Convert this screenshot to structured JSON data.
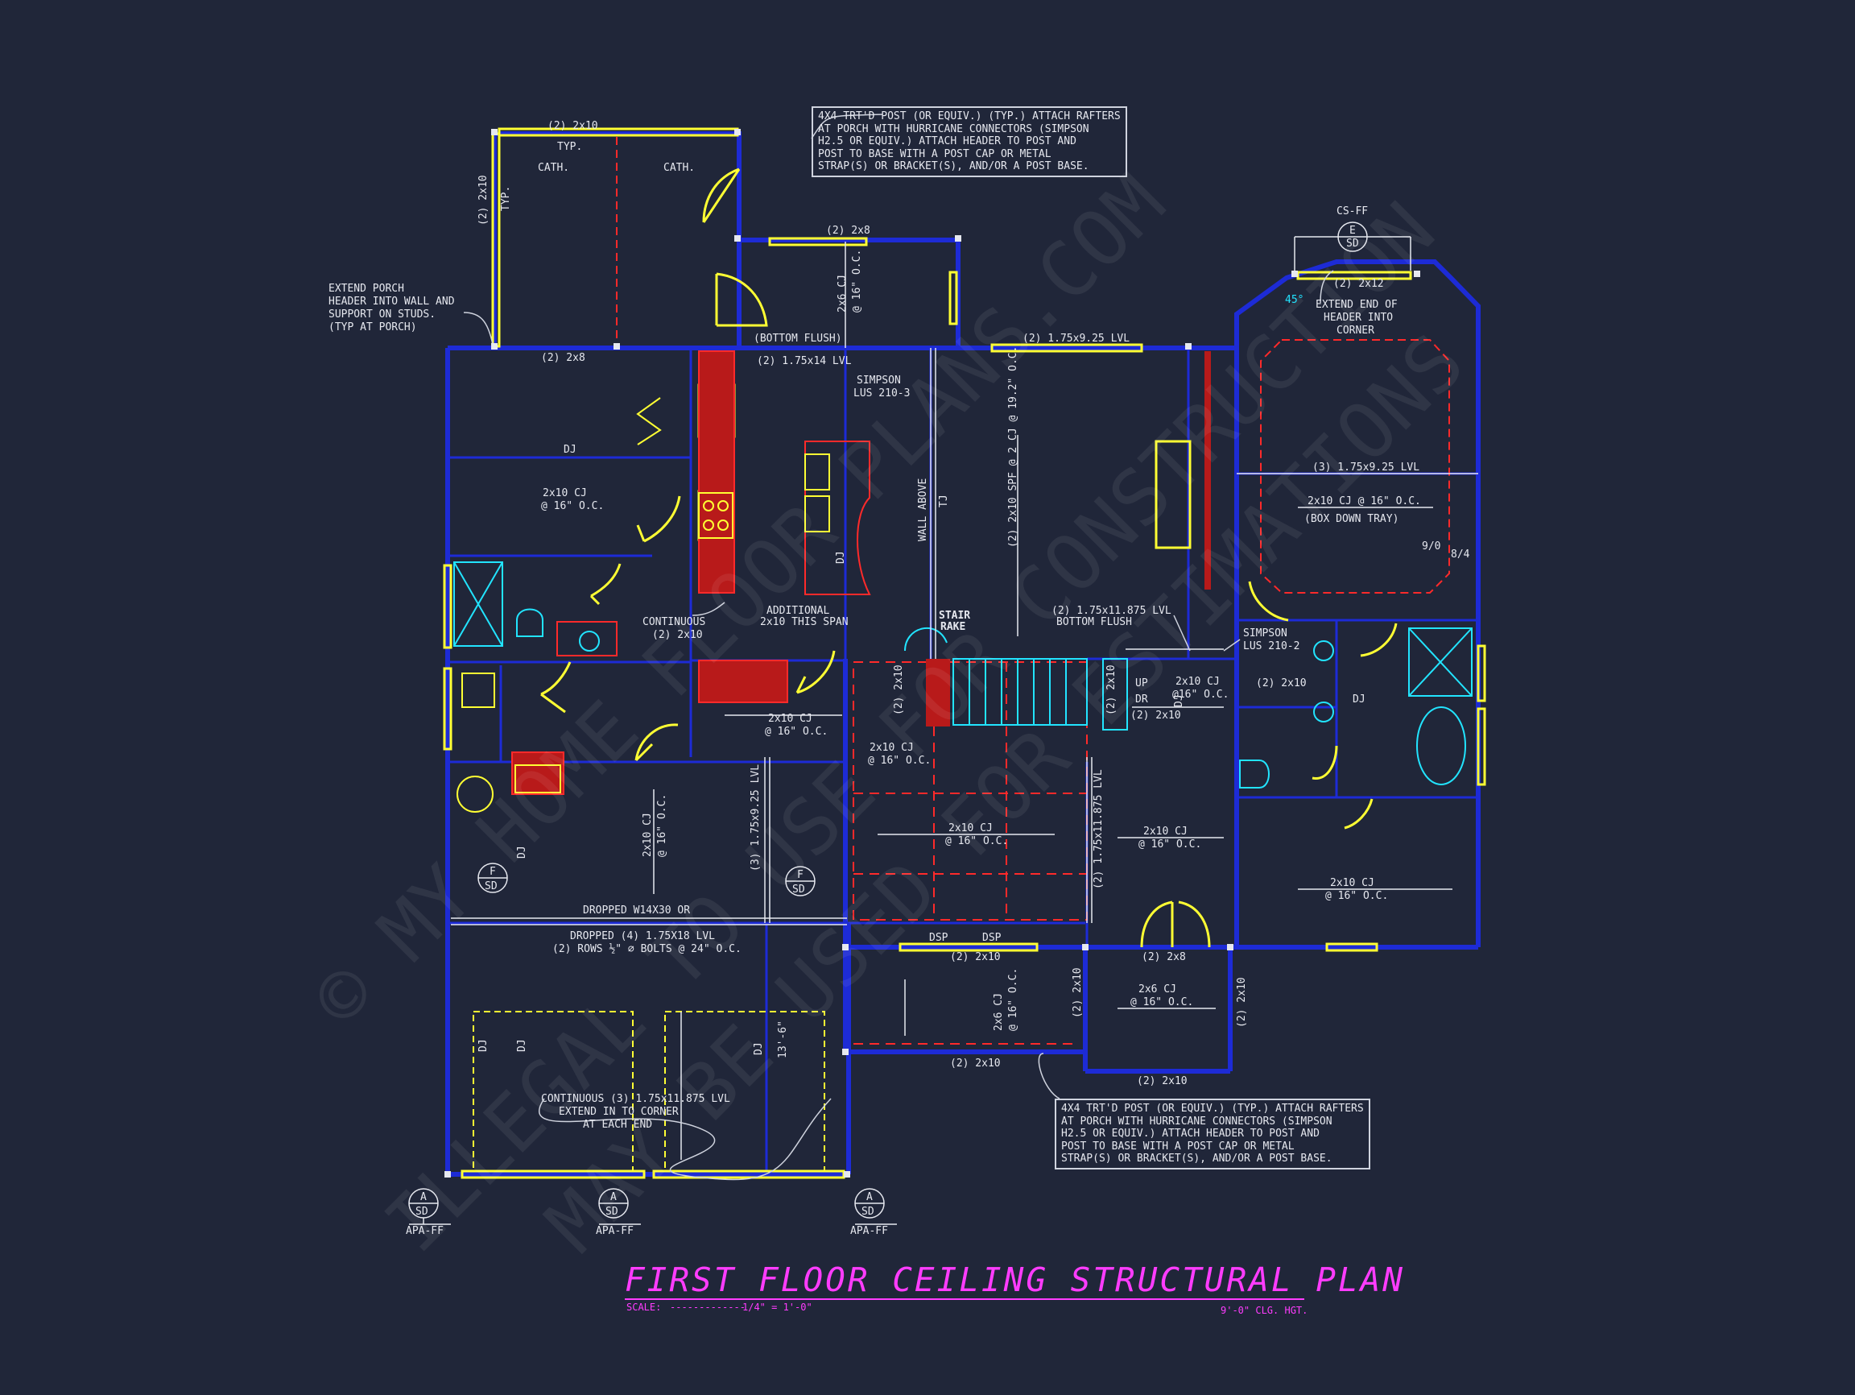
{
  "colors": {
    "background": "#202639",
    "walls": "#1d2bd6",
    "headers": "#ffff33",
    "cutouts": "#ff2a2a",
    "fixtures_cyan": "#22e4ff",
    "text": "#e6e8ef",
    "title": "#ff3cff"
  },
  "title": {
    "main": "FIRST FLOOR CEILING STRUCTURAL PLAN",
    "scale_label": "SCALE:",
    "scale_dashes": "-------------",
    "scale_value": "1/4\" = 1'-0\"",
    "ceiling_height": "9'-0\" CLG. HGT."
  },
  "notes": {
    "porch_top": "4X4 TRT'D POST (OR EQUIV.) (TYP.) ATTACH RAFTERS\nAT PORCH WITH HURRICANE CONNECTORS (SIMPSON\nH2.5 OR EQUIV.) ATTACH HEADER TO POST AND\nPOST TO BASE WITH A POST CAP OR METAL\nSTRAP(S) OR BRACKET(S), AND/OR A POST BASE.",
    "porch_bottom": "4X4 TRT'D POST (OR EQUIV.) (TYP.) ATTACH RAFTERS\nAT PORCH WITH HURRICANE CONNECTORS (SIMPSON\nH2.5 OR EQUIV.) ATTACH HEADER TO POST AND\nPOST TO BASE WITH A POST CAP OR METAL\nSTRAP(S) OR BRACKET(S), AND/OR A POST BASE."
  },
  "labels": {
    "porch_header_top": "(2) 2x10",
    "typ_top": "TYP.",
    "cath_left": "CATH.",
    "cath_right": "CATH.",
    "porch_header_left": "(2) 2x10",
    "typ_left": "TYP.",
    "extend_porch_1": "EXTEND PORCH",
    "extend_porch_2": "HEADER INTO WALL AND",
    "extend_porch_3": "SUPPORT ON STUDS.",
    "extend_porch_4": "(TYP AT PORCH)",
    "nook_header": "(2) 2x8",
    "nook_cj_1": "2x6 CJ",
    "nook_cj_2": "@ 16\" O.C.",
    "hdr_2x8_left": "(2) 2x8",
    "bottom_flush": "(BOTTOM FLUSH)",
    "lvl_175x14": "(2) 1.75x14 LVL",
    "lvl_175x925": "(2) 1.75x9.25 LVL",
    "simpson_lus_1": "SIMPSON",
    "simpson_lus_2": "LUS 210-3",
    "dj_1": "DJ",
    "cj_left_1": "2x10 CJ",
    "cj_left_2": "@ 16\" O.C.",
    "wall_above": "WALL ABOVE",
    "tj": "TJ",
    "dj_kitchen": "DJ",
    "cj_great_room": "(2) 2x10 SPF @ 2 CJ @ 19.2\" O.C.",
    "continuous_1": "CONTINUOUS",
    "continuous_2": "(2) 2x10",
    "additional_1": "ADDITIONAL",
    "additional_2": "2x10 THIS SPAN",
    "stair_rake_1": "STAIR",
    "stair_rake_2": "RAKE",
    "lvl_11875_1": "(2) 1.75x11.875 LVL",
    "lvl_11875_2": "BOTTOM FLUSH",
    "simpson_lus2_1": "SIMPSON",
    "simpson_lus2_2": "LUS 210-2",
    "ff_cs": "CS-FF",
    "ff_e": "E",
    "ff_sd": "SD",
    "bay_header": "(2) 2x12",
    "angle_45": "45°",
    "extend_end_1": "EXTEND END OF",
    "extend_end_2": "HEADER INTO",
    "extend_end_3": "CORNER",
    "master_lvl": "(3) 1.75x9.25 LVL",
    "master_cj": "2x10 CJ @ 16\" O.C.",
    "box_down": "(BOX DOWN TRAY)",
    "tray_9_0": "9/0",
    "tray_8_4": "8/4",
    "hdr_2x10_right": "(2) 2x10",
    "dj_right": "DJ",
    "cj_up_1": "2x10 CJ",
    "cj_up_2": "@16\" O.C.",
    "hdr_2x10_mid": "(2) 2x10",
    "up": "UP",
    "dr": "DR",
    "hdr_2x10_stair_a": "(2) 2x10",
    "hdr_2x10_stair_b": "(2) 2x10",
    "cj_laundry_1": "2x10 CJ",
    "cj_laundry_2": "@ 16\" O.C.",
    "cj_hall_1": "2x10 CJ",
    "cj_hall_2": "@ 16\" O.C.",
    "cj_dining_1": "2x10 CJ",
    "cj_dining_2": "@ 16\" O.C.",
    "cj_bed_1": "2x10 CJ",
    "cj_bed_2": "@ 16\" O.C.",
    "cj_bed2_1": "2x10 CJ",
    "cj_bed2_2": "@ 16\" O.C.",
    "lvl_3_175x925_v": "(3) 1.75x9.25 LVL",
    "lvl_175x11875_v": "(2) 1.75x11.875 LVL",
    "cj_garage_v_1": "2x10 CJ",
    "cj_garage_v_2": "@ 16\" O.C.",
    "dj_g1": "DJ",
    "dj_g2": "DJ",
    "dj_g3": "DJ",
    "dj_g4": "DJ",
    "dj_g5": "DJ",
    "sd_f_left_1": "F",
    "sd_f_left_2": "SD",
    "sd_f_right_1": "F",
    "sd_f_right_2": "SD",
    "dropped_1": "DROPPED W14X30 OR",
    "dropped_2": "DROPPED (4) 1.75X18 LVL",
    "dropped_3": "(2) ROWS ½\" ⌀ BOLTS @ 24\" O.C.",
    "dsp_1": "DSP",
    "dsp_2": "DSP",
    "hdr_front_a": "(2) 2x10",
    "hdr_front_b": "(2) 2x8",
    "cj_porch_1": "2x6 CJ",
    "cj_porch_2": "@ 16\" O.C.",
    "cj_bed3_1": "2x6 CJ",
    "cj_bed3_2": "@ 16\" O.C.",
    "hdr_porch_bottom": "(2) 2x10",
    "hdr_bed3_bottom": "(2) 2x10",
    "hdr_side_left": "(2) 2x10",
    "hdr_side_right": "(2) 2x10",
    "garage_h": "13'-6\"",
    "garage_cont_1": "CONTINUOUS (3) 1.75x11.875 LVL",
    "garage_cont_2": "EXTEND IN TO CORNER",
    "garage_cont_3": "AT EACH END",
    "sec_a_1": "A",
    "sec_a_sd": "SD",
    "sec_a_apa": "APA-FF"
  }
}
